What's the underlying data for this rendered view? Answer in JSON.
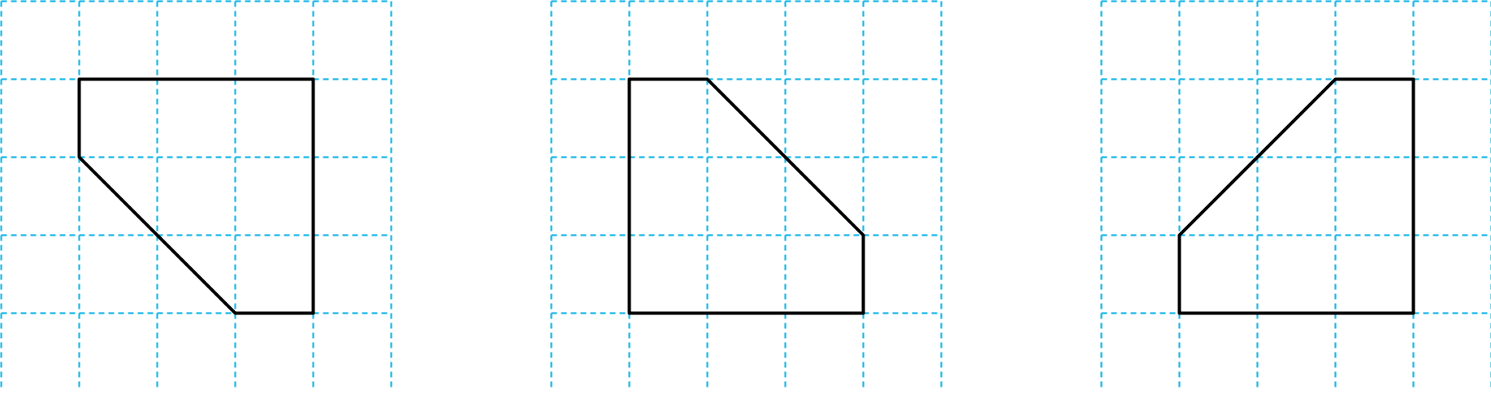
{
  "colors": {
    "grid": "#1BB8E6",
    "outline": "#000000",
    "background": "#ffffff"
  },
  "grid": {
    "columns": 5,
    "rows": 5,
    "line_style": "dashed"
  },
  "panels": [
    {
      "name": "panel-1",
      "shape_vertices": [
        [
          1,
          1
        ],
        [
          4,
          1
        ],
        [
          4,
          4
        ],
        [
          3,
          4
        ],
        [
          1,
          2
        ]
      ]
    },
    {
      "name": "panel-2",
      "shape_vertices": [
        [
          1,
          1
        ],
        [
          2,
          1
        ],
        [
          4,
          3
        ],
        [
          4,
          4
        ],
        [
          1,
          4
        ]
      ]
    },
    {
      "name": "panel-3",
      "shape_vertices": [
        [
          3,
          1
        ],
        [
          4,
          1
        ],
        [
          4,
          4
        ],
        [
          1,
          4
        ],
        [
          1,
          3
        ]
      ]
    }
  ]
}
